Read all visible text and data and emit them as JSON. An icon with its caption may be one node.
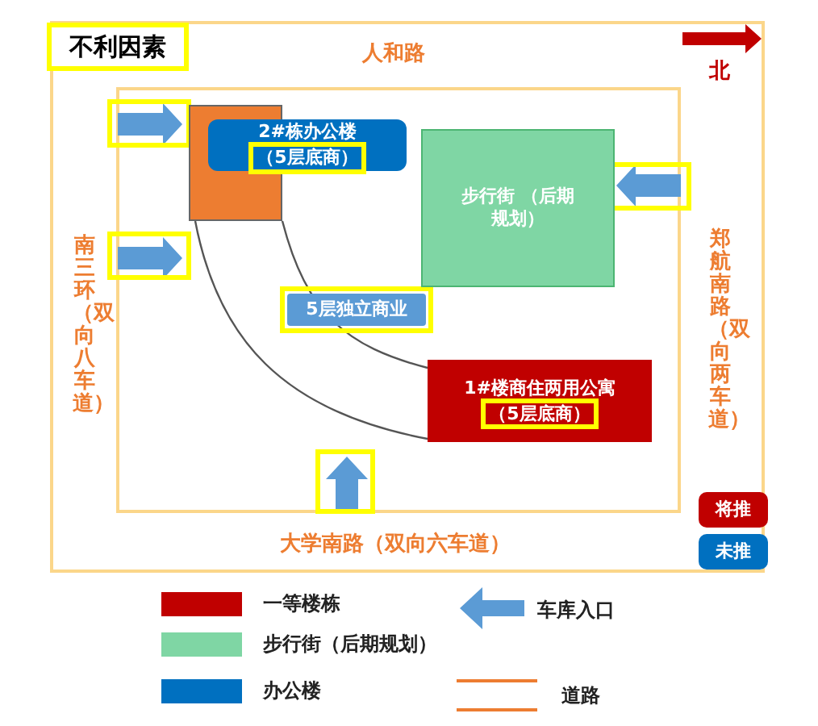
{
  "diagram": {
    "title": "不利因素",
    "nodes": [
      {
        "text": [],
        "shape": "box"
      },
      {
        "text": [
          "2#栋办公楼",
          "（5层底商）"
        ]
      },
      {
        "text": [
          "步行街 （后期规划）"
        ]
      },
      {
        "text": [
          "5层独立商业"
        ]
      },
      {
        "text": [
          "1#楼商住两用公寓",
          "（5层底商）"
        ]
      },
      {
        "text": [
          "将推"
        ]
      },
      {
        "text": [
          "未推"
        ]
      }
    ],
    "edges": [],
    "labels": [
      "人和路",
      "北",
      "南三环（双向八车道）",
      "郑航南路（双向两车道）",
      "大学南路（双向六车道）"
    ],
    "legend": [
      {
        "text": "一等楼栋",
        "color": "#c00000"
      },
      {
        "text": "步行街（后期规划）",
        "color": "#7fd6a4"
      },
      {
        "text": "办公楼",
        "color": "#0070c0"
      },
      {
        "text": "车库入口"
      },
      {
        "text": "道路"
      }
    ]
  }
}
